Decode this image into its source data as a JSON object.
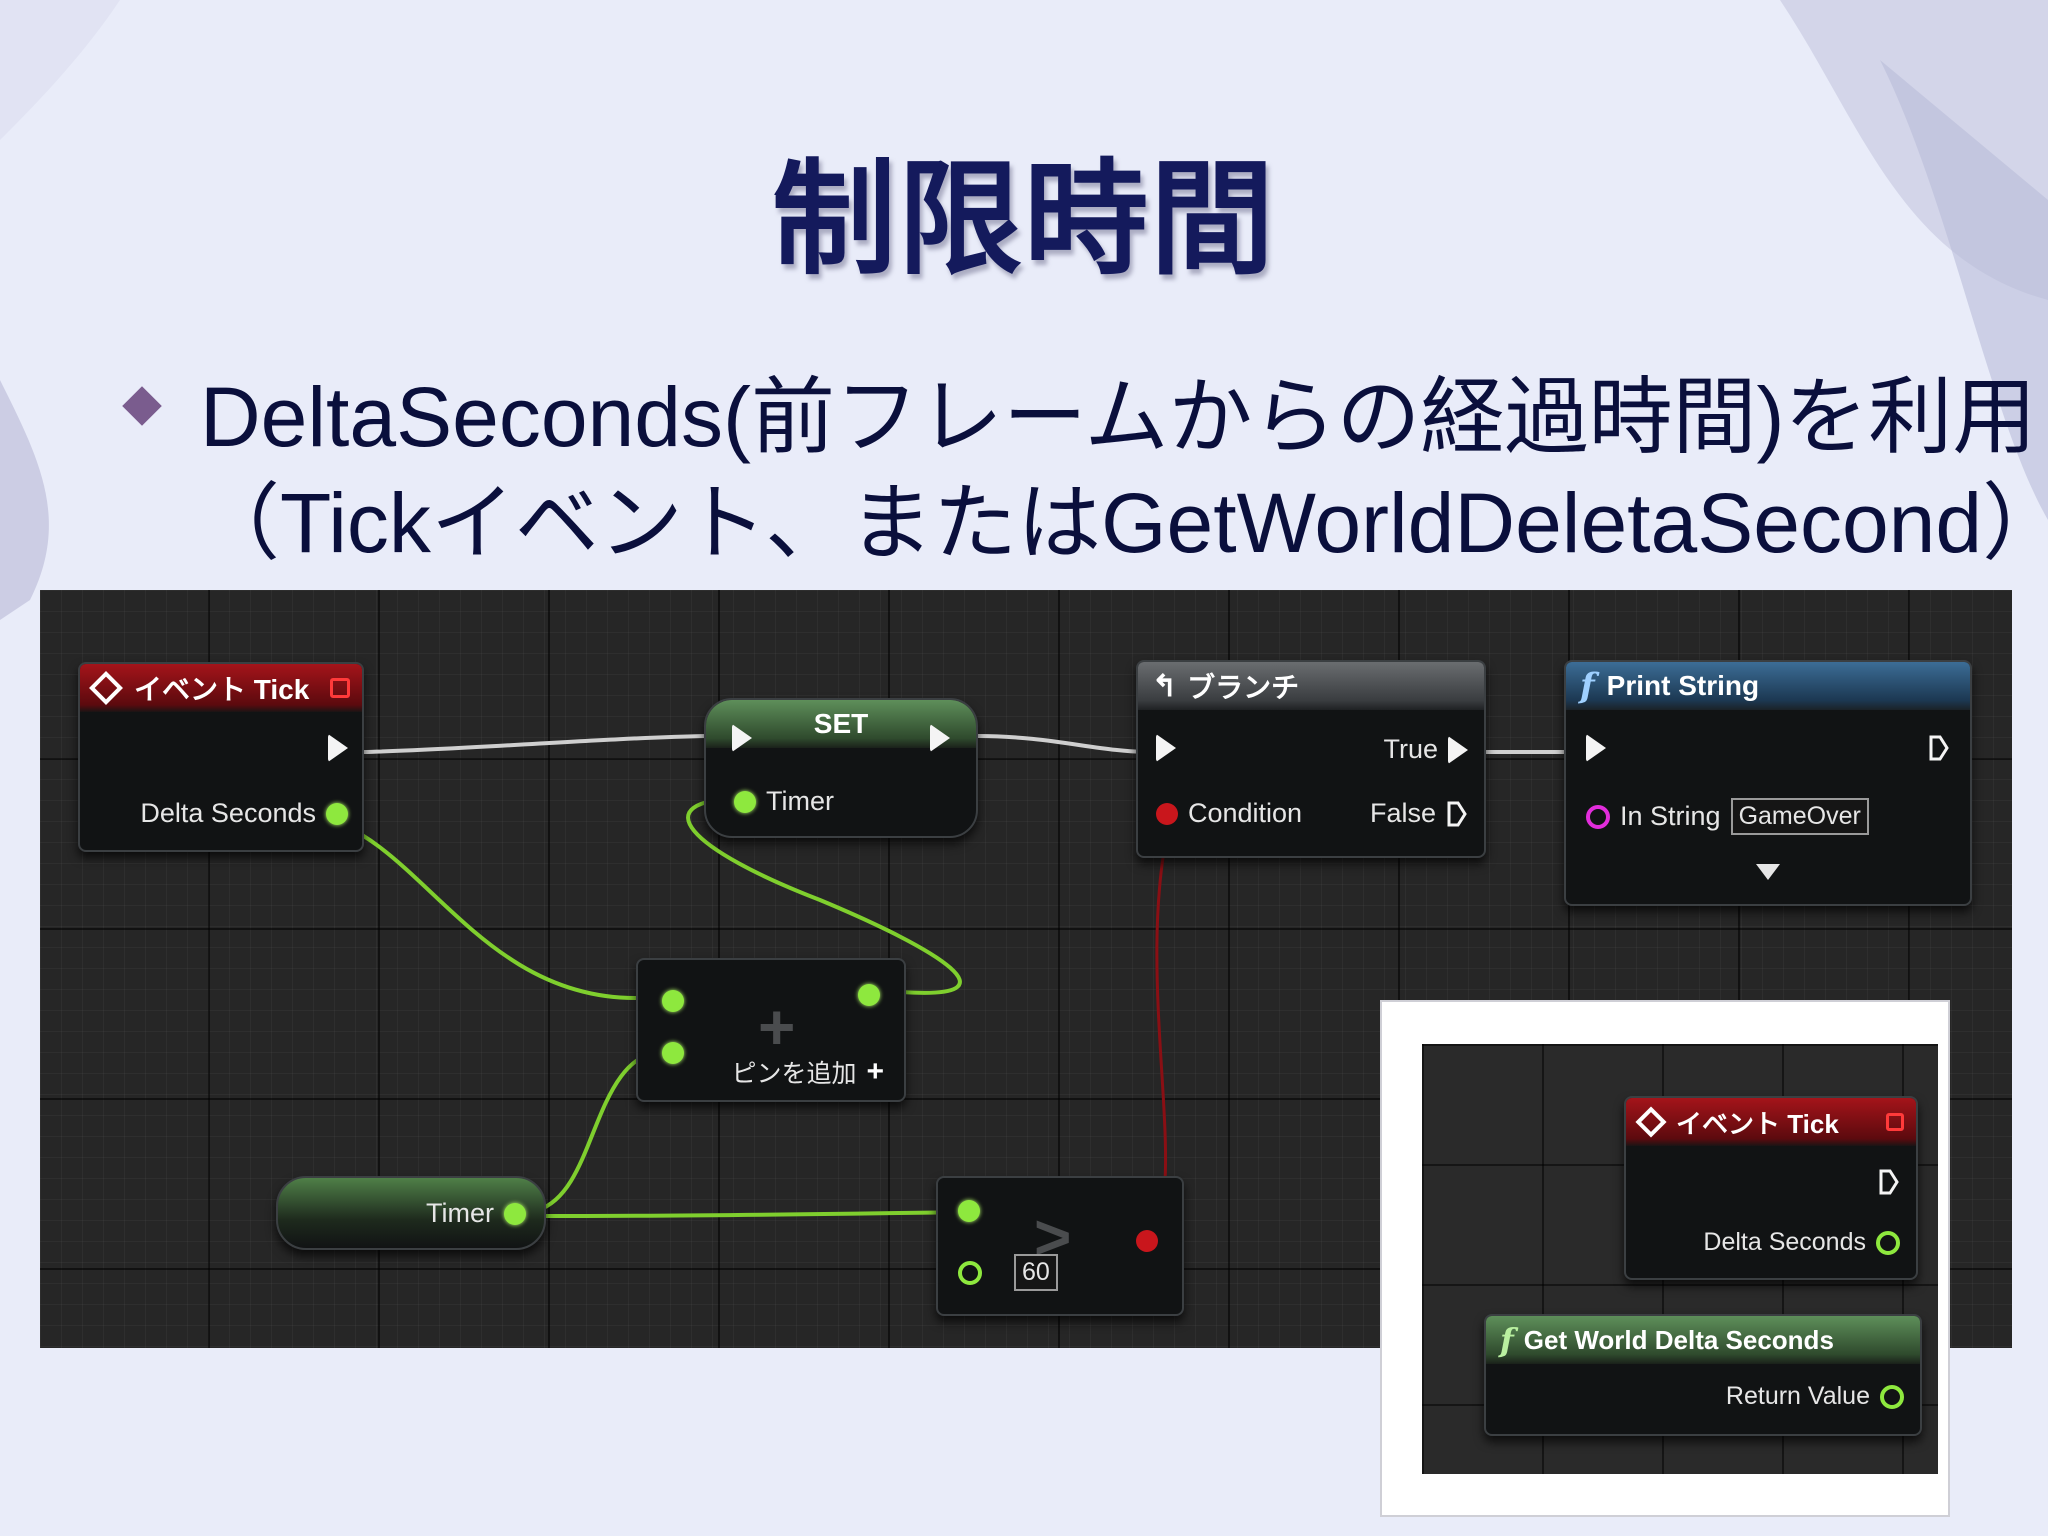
{
  "slide": {
    "title": "制限時間",
    "bullet_line1": "DeltaSeconds(前フレームからの経過時間)を利用",
    "bullet_line2": "（Tickイベント、またはGetWorldDeletaSecond）"
  },
  "blueprint": {
    "event_tick": {
      "title": "イベント Tick",
      "pin_delta": "Delta Seconds"
    },
    "set_node": {
      "title": "SET",
      "pin_timer": "Timer"
    },
    "branch": {
      "title": "ブランチ",
      "pin_condition": "Condition",
      "pin_true": "True",
      "pin_false": "False"
    },
    "print_string": {
      "title": "Print String",
      "pin_in_string": "In String",
      "in_string_value": "GameOver"
    },
    "add_node": {
      "add_pin_label": "ピンを追加"
    },
    "timer_get": {
      "label": "Timer"
    },
    "compare_node": {
      "value": "60"
    }
  },
  "inset": {
    "event_tick": {
      "title": "イベント Tick",
      "pin_delta": "Delta Seconds"
    },
    "get_world_delta": {
      "title": "Get World Delta Seconds",
      "pin_return": "Return Value"
    }
  },
  "colors": {
    "title": "#141a5c",
    "bullet": "#7a5c8e",
    "float_pin": "#8ee83e",
    "bool_pin": "#c9161c",
    "string_pin": "#e22ddb",
    "event_header": "#a4141a",
    "function_header": "#3c6d96"
  },
  "icons": [
    "diamond-bullet-icon",
    "event-diamond-icon",
    "stop-square-icon",
    "branch-arrow-icon",
    "function-f-icon",
    "exec-pin-icon",
    "float-pin-icon",
    "bool-pin-icon",
    "string-pin-icon",
    "add-plus-icon",
    "expand-triangle-icon"
  ]
}
